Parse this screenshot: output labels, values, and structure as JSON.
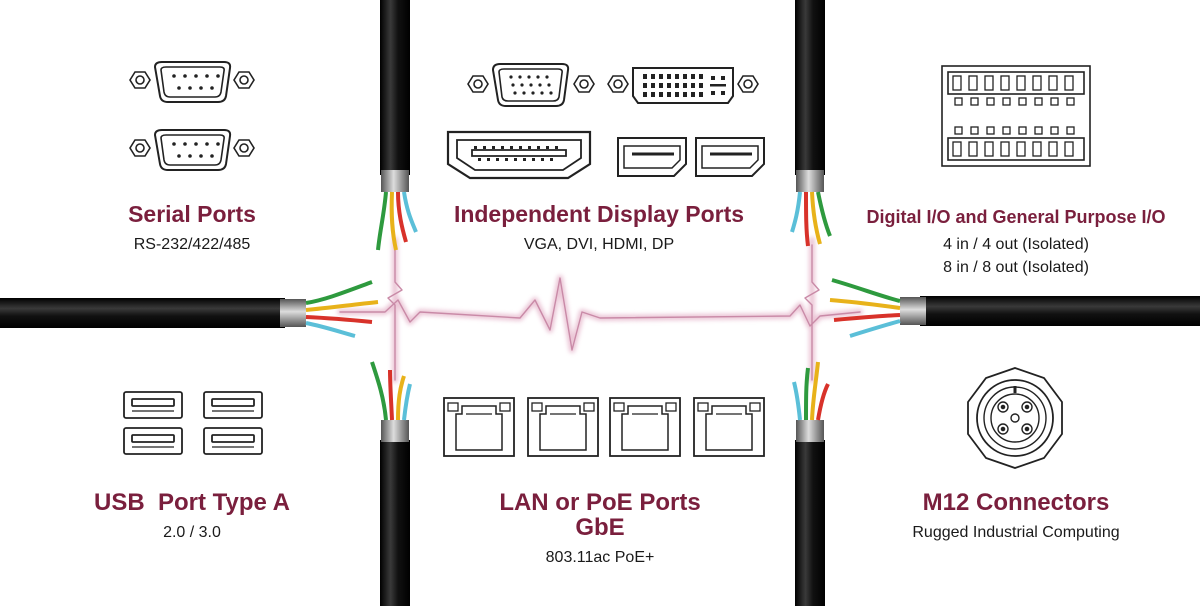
{
  "panels": {
    "serial": {
      "title": "Serial Ports",
      "lines": [
        "RS-232/422/485"
      ]
    },
    "display": {
      "title": "Independent Display Ports",
      "lines": [
        "VGA, DVI, HDMI, DP"
      ]
    },
    "dio": {
      "title": "Digital I/O and General Purpose I/O",
      "lines": [
        "4 in / 4 out (Isolated)",
        "8 in / 8 out (Isolated)"
      ]
    },
    "usb": {
      "title": "USB  Port Type A",
      "lines": [
        "2.0 / 3.0"
      ]
    },
    "lan": {
      "title_lines": [
        "LAN or PoE Ports",
        "GbE"
      ],
      "lines": [
        "803.11ac PoE+"
      ]
    },
    "m12": {
      "title": "M12 Connectors",
      "lines": [
        "Rugged Industrial Computing"
      ]
    }
  },
  "colors": {
    "title": "#7a1f3d",
    "text": "#1a1a1a",
    "cable": "#161616",
    "wire_green": "#2e9a3e",
    "wire_yellow": "#e8b21a",
    "wire_red": "#d8322a",
    "wire_blue": "#5bbfd8",
    "signal": "#c98aa7"
  },
  "icons": [
    "db9-serial-icon",
    "vga-icon",
    "dvi-icon",
    "hdmi-icon",
    "displayport-icon",
    "usb-a-icon",
    "rj45-icon",
    "terminal-block-icon",
    "m12-connector-icon",
    "cable-icon",
    "signal-wave-icon"
  ]
}
